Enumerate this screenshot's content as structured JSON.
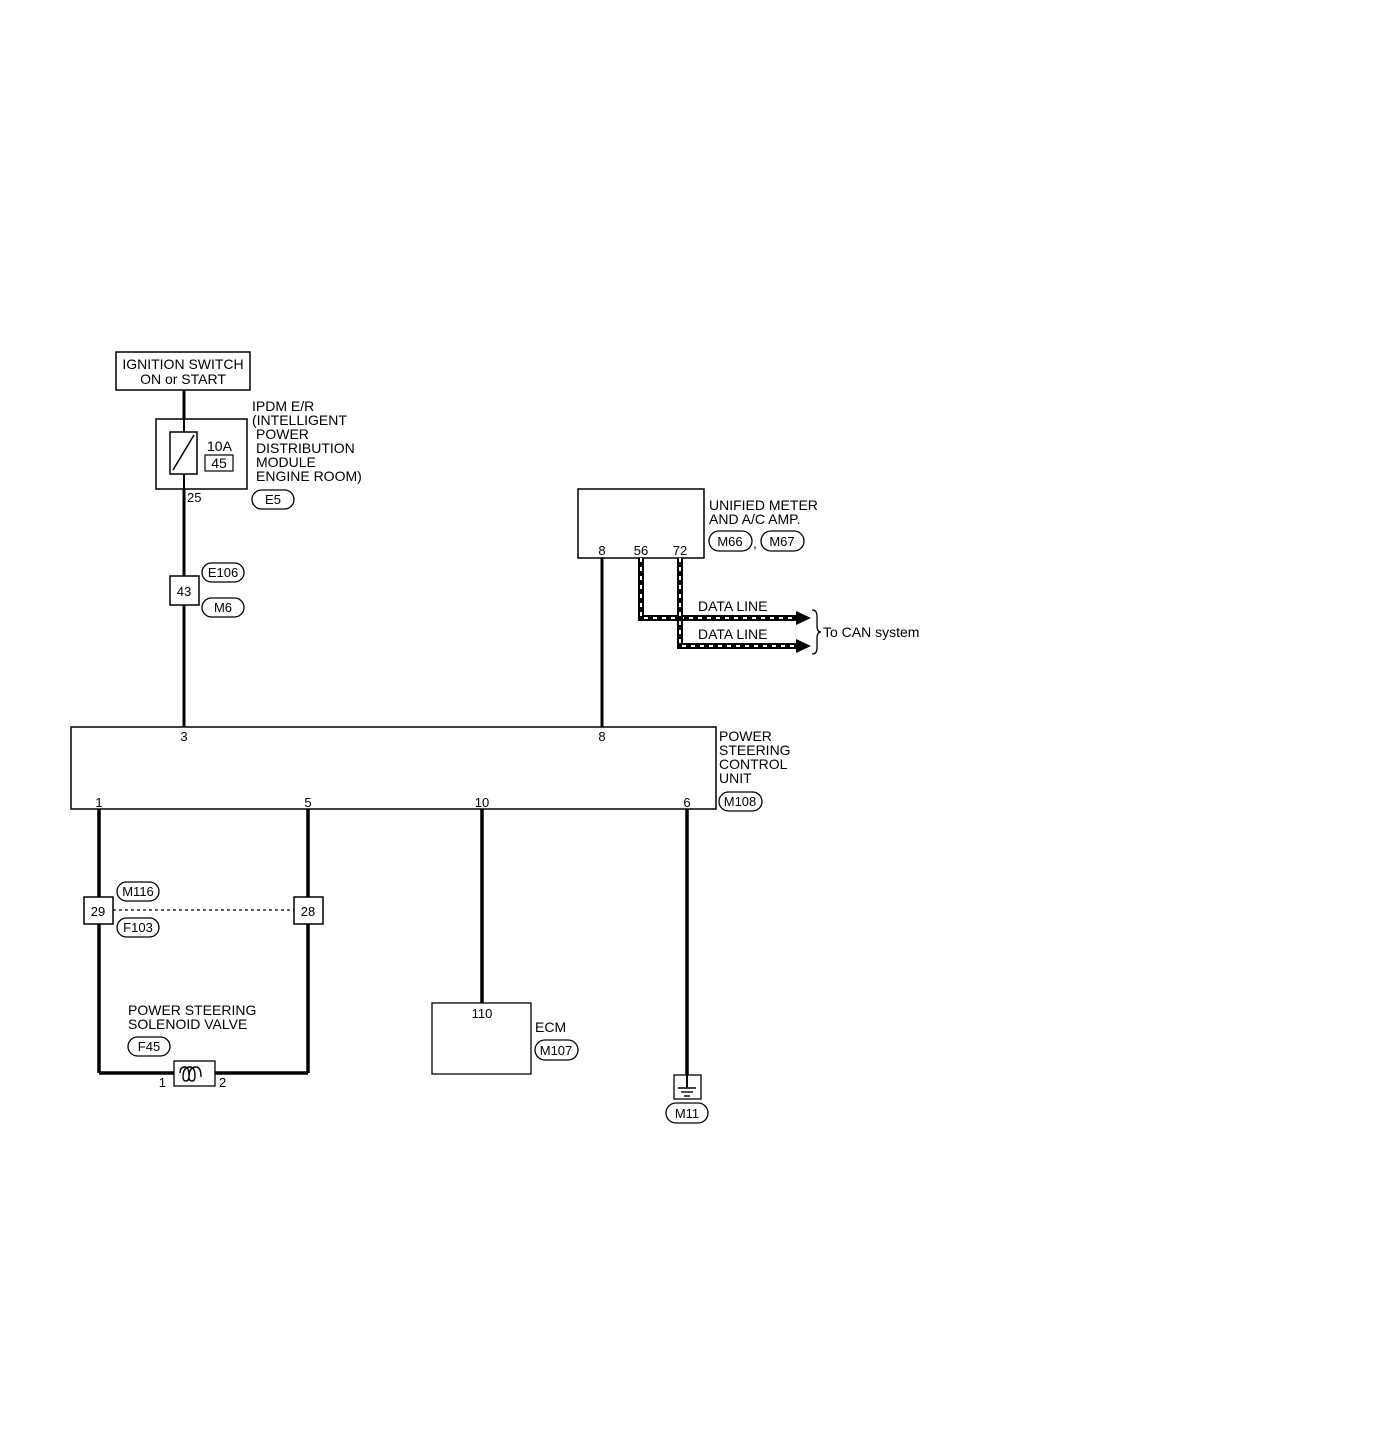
{
  "ignition_switch": {
    "line1": "IGNITION SWITCH",
    "line2": "ON or START"
  },
  "ipdm": {
    "lines": [
      "IPDM E/R",
      "(INTELLIGENT",
      "POWER",
      "DISTRIBUTION",
      "MODULE",
      "ENGINE ROOM)"
    ],
    "fuse_amp": "10A",
    "fuse_no": "45",
    "pin_out": "25",
    "connector": "E5"
  },
  "joint_connector_1": {
    "pin": "43",
    "connector_top": "E106",
    "connector_bottom": "M6"
  },
  "meter": {
    "lines": [
      "UNIFIED METER",
      "AND A/C AMP."
    ],
    "connectors": [
      "M66",
      "M67"
    ],
    "separator": ",",
    "pins": [
      "8",
      "56",
      "72"
    ]
  },
  "data_lines": {
    "line1": "DATA LINE",
    "line2": "DATA LINE",
    "destination": "To CAN system"
  },
  "pscu": {
    "lines": [
      "POWER",
      "STEERING",
      "CONTROL",
      "UNIT"
    ],
    "connector": "M108",
    "top_pins": [
      "3",
      "8"
    ],
    "bottom_pins": [
      "1",
      "5",
      "10",
      "6"
    ]
  },
  "joint_connector_2": {
    "pin_left": "29",
    "pin_right": "28",
    "connector_top": "M116",
    "connector_bottom": "F103"
  },
  "solenoid": {
    "lines": [
      "POWER STEERING",
      "SOLENOID VALVE"
    ],
    "connector": "F45",
    "pin_left": "1",
    "pin_right": "2"
  },
  "ecm": {
    "label": "ECM",
    "connector": "M107",
    "pin": "110"
  },
  "ground": {
    "connector": "M11"
  }
}
